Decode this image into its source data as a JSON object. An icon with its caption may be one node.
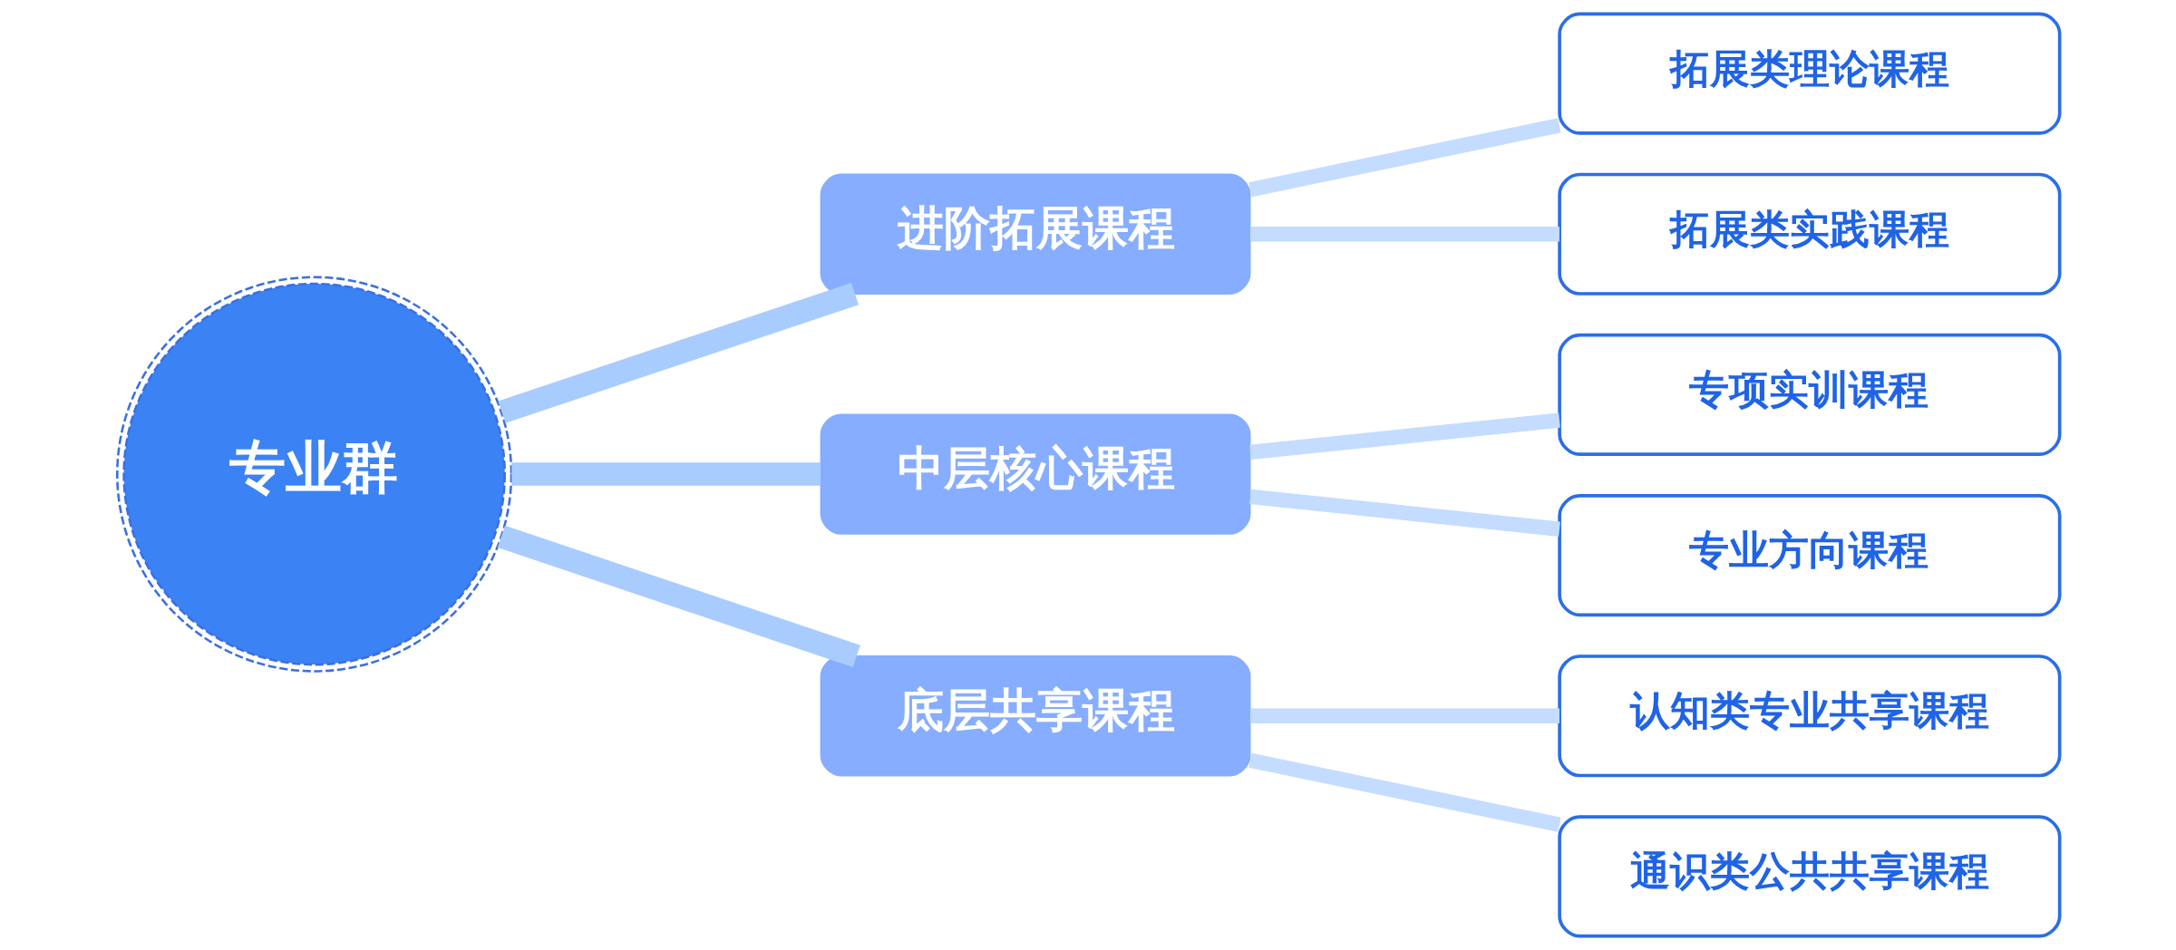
{
  "diagram": {
    "nodes": [
      {
        "text": [
          "专业群"
        ]
      },
      {
        "text": [
          "进阶拓展课程"
        ]
      },
      {
        "text": [
          "中层核心课程"
        ]
      },
      {
        "text": [
          "底层共享课程"
        ]
      },
      {
        "text": [
          "拓展类理论课程"
        ]
      },
      {
        "text": [
          "拓展类实践课程"
        ]
      },
      {
        "text": [
          "专项实训课程"
        ]
      },
      {
        "text": [
          "专业方向课程"
        ]
      },
      {
        "text": [
          "认知类专业共享课程"
        ]
      },
      {
        "text": [
          "通识类公共共享课程"
        ]
      }
    ],
    "edges": [
      {
        "from": 0,
        "to": 1,
        "arrow": "none"
      },
      {
        "from": 0,
        "to": 2,
        "arrow": "none"
      },
      {
        "from": 0,
        "to": 3,
        "arrow": "none"
      },
      {
        "from": 1,
        "to": 4,
        "arrow": "none"
      },
      {
        "from": 1,
        "to": 5,
        "arrow": "none"
      },
      {
        "from": 2,
        "to": 6,
        "arrow": "none"
      },
      {
        "from": 2,
        "to": 7,
        "arrow": "none"
      },
      {
        "from": 3,
        "to": 8,
        "arrow": "none"
      },
      {
        "from": 3,
        "to": 9,
        "arrow": "none"
      }
    ]
  }
}
